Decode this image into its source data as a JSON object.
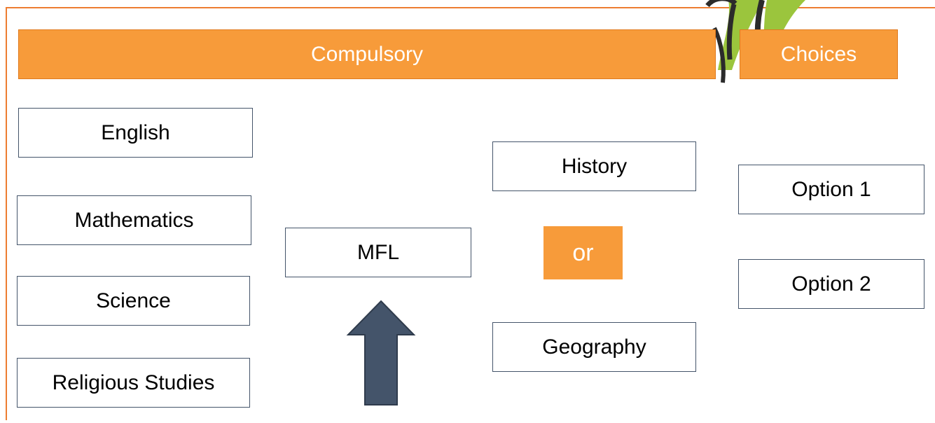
{
  "headers": {
    "compulsory": "Compulsory",
    "choices": "Choices"
  },
  "compulsory_subjects": [
    "English",
    "Mathematics",
    "Science",
    "Religious Studies"
  ],
  "mfl": "MFL",
  "humanities": {
    "first": "History",
    "connector": "or",
    "second": "Geography"
  },
  "options": [
    "Option 1",
    "Option 2"
  ],
  "colors": {
    "accent": "#f79b3a",
    "border": "#ed7d31",
    "arrow": "#44546a",
    "logo_green": "#9bc53d"
  }
}
